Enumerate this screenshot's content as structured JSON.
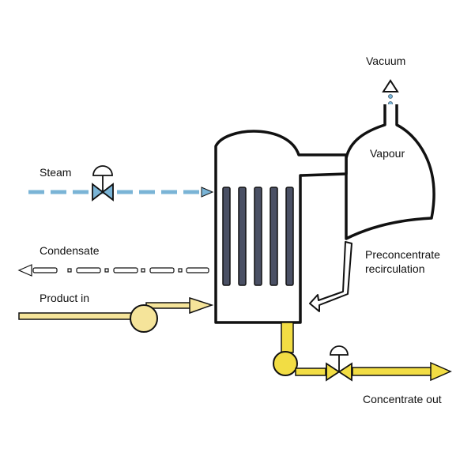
{
  "labels": {
    "vacuum": "Vacuum",
    "vapour": "Vapour",
    "steam": "Steam",
    "condensate": "Condensate",
    "product_in": "Product in",
    "recirculation_line1": "Preconcentrate",
    "recirculation_line2": "recirculation",
    "concentrate_out": "Concentrate out"
  },
  "colors": {
    "steam": "#7ab4d6",
    "product": "#f5e49a",
    "concentrate": "#f2dd44",
    "tubes": "#4a5064",
    "outline": "#111111"
  },
  "icons": [
    "valve-icon",
    "pump-icon",
    "arrow-icon"
  ]
}
